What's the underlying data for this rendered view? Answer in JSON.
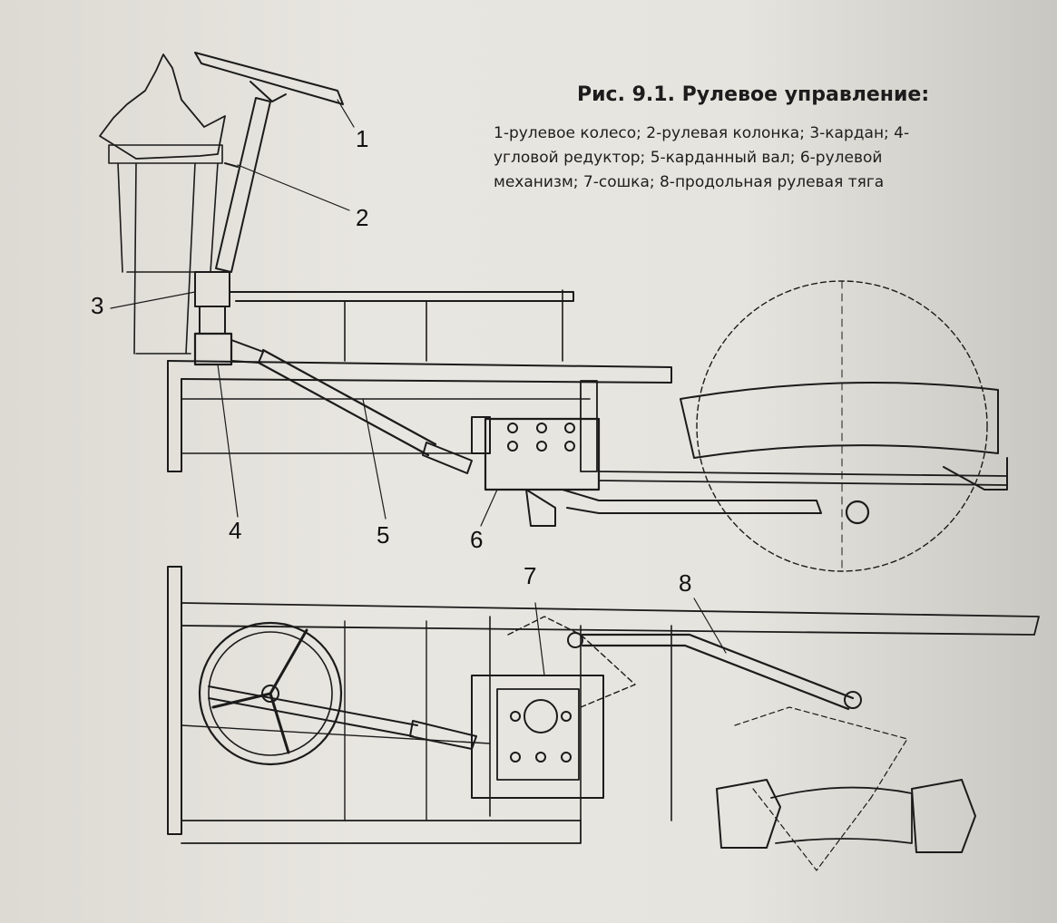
{
  "figure": {
    "title": "Рис. 9.1. Рулевое управление:",
    "caption_lines": [
      "1-рулевое колесо; 2-рулевая колонка; 3-кардан; 4-",
      "угловой редуктор; 5-карданный вал; 6-рулевой",
      "механизм; 7-сошка; 8-продольная рулевая тяга"
    ]
  },
  "callouts": [
    "1",
    "2",
    "3",
    "4",
    "5",
    "6",
    "7",
    "8"
  ],
  "parts": [
    {
      "number": "1",
      "name": "рулевое колесо"
    },
    {
      "number": "2",
      "name": "рулевая колонка"
    },
    {
      "number": "3",
      "name": "кардан"
    },
    {
      "number": "4",
      "name": "угловой редуктор"
    },
    {
      "number": "5",
      "name": "карданный вал"
    },
    {
      "number": "6",
      "name": "рулевой механизм"
    },
    {
      "number": "7",
      "name": "сошка"
    },
    {
      "number": "8",
      "name": "продольная рулевая тяга"
    }
  ],
  "colors": {
    "ink": "#1b1b1b",
    "paper": "#e4e2dc"
  }
}
